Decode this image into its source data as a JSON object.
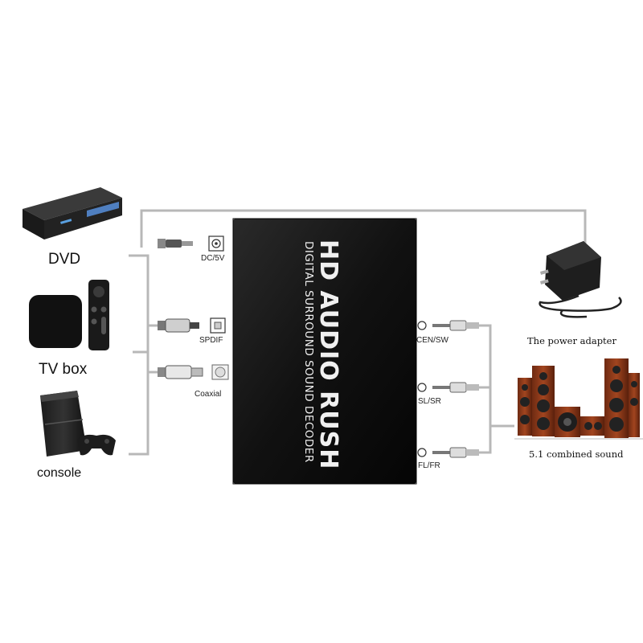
{
  "devices": {
    "dvd_label": "DVD",
    "tvbox_label": "TV box",
    "console_label": "console"
  },
  "decoder": {
    "title": "HD AUDIO RUSH",
    "subtitle": "DIGITAL SURROUND SOUND DECODER"
  },
  "inputs": {
    "power_label": "DC/5V",
    "spdif_label": "SPDIF",
    "coaxial_label": "Coaxial"
  },
  "outputs": {
    "cen_sw_label": "CEN/SW",
    "sl_sr_label": "SL/SR",
    "fl_fr_label": "FL/FR"
  },
  "peripherals": {
    "power_adapter_label": "The power adapter",
    "speakers_label": "5.1 combined sound"
  }
}
